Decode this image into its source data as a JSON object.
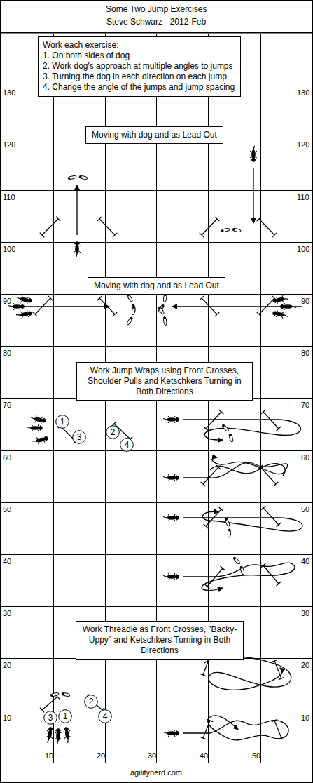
{
  "diagram": {
    "title": "Some Two Jump Exercises",
    "nodes": [
      {
        "text": [
          "Work each exercise:",
          "1. On both sides of dog",
          "2. Work dog's approach at multiple angles to jumps",
          "3. Turning the dog in each direction on each jump",
          "4. Change the angle of the jumps and jump spacing"
        ]
      },
      {
        "text": [
          "Moving with dog and as Lead Out"
        ]
      },
      {
        "text": [
          "Moving with dog and as Lead Out"
        ]
      },
      {
        "text": [
          "Work Jump Wraps using Front Crosses, Shoulder Pulls and Ketschkers Turning in Both Directions"
        ]
      },
      {
        "text": [
          "1"
        ]
      },
      {
        "text": [
          "3"
        ]
      },
      {
        "text": [
          "2"
        ]
      },
      {
        "text": [
          "4"
        ]
      },
      {
        "text": [
          "Work Threadle as Front Crosses, \"Backy-Uppy\" and Ketschkers Turning in Both Directions"
        ]
      },
      {
        "text": [
          "3"
        ]
      },
      {
        "text": [
          "1"
        ]
      },
      {
        "text": [
          "2"
        ]
      },
      {
        "text": [
          "4"
        ]
      }
    ],
    "labels": [
      "Steve Schwarz - 2012-Feb",
      "130",
      "120",
      "110",
      "100",
      "90",
      "80",
      "70",
      "60",
      "50",
      "40",
      "30",
      "20",
      "10",
      "130",
      "120",
      "110",
      "100",
      "90",
      "80",
      "70",
      "60",
      "50",
      "40",
      "30",
      "20",
      "10",
      "10",
      "20",
      "30",
      "40",
      "50",
      "agilitynerd.com"
    ]
  }
}
